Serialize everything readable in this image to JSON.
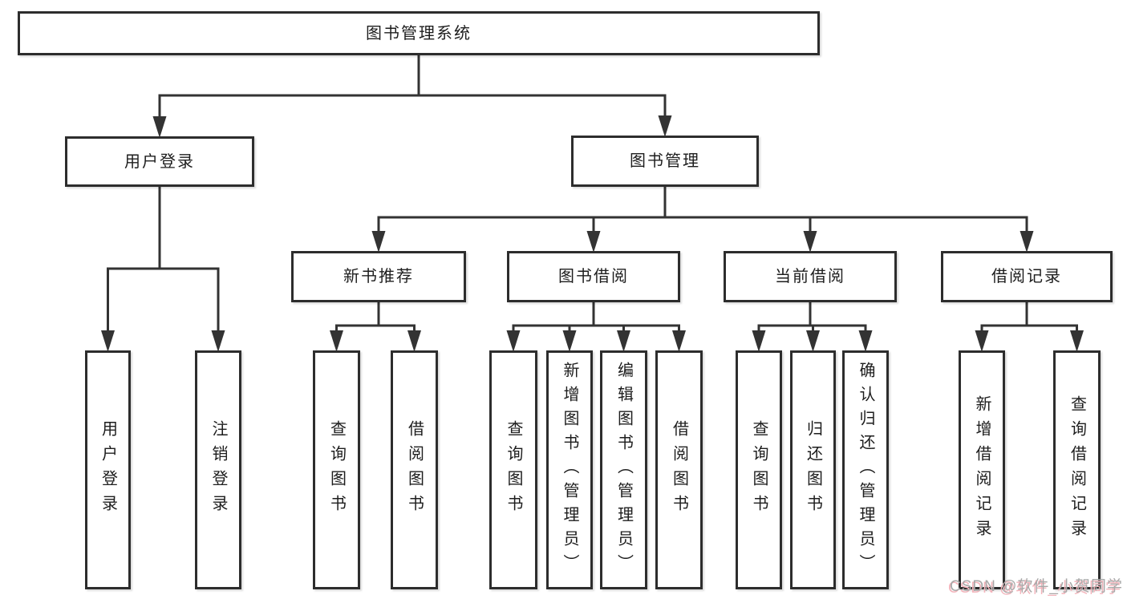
{
  "diagram": {
    "type": "hierarchy-tree",
    "orientation": "top-down",
    "nodes": [
      {
        "id": "root",
        "label": "图书管理系统",
        "level": 1,
        "parent": null
      },
      {
        "id": "user-login",
        "label": "用户登录",
        "level": 2,
        "parent": "root"
      },
      {
        "id": "book-mgmt",
        "label": "图书管理",
        "level": 2,
        "parent": "root"
      },
      {
        "id": "new-book-rec",
        "label": "新书推荐",
        "level": 3,
        "parent": "book-mgmt"
      },
      {
        "id": "book-borrow",
        "label": "图书借阅",
        "level": 3,
        "parent": "book-mgmt"
      },
      {
        "id": "current-borrow",
        "label": "当前借阅",
        "level": 3,
        "parent": "book-mgmt"
      },
      {
        "id": "borrow-records",
        "label": "借阅记录",
        "level": 3,
        "parent": "book-mgmt"
      },
      {
        "id": "leaf-user-login",
        "label": "用户登录",
        "level": 4,
        "parent": "user-login"
      },
      {
        "id": "leaf-logout",
        "label": "注销登录",
        "level": 4,
        "parent": "user-login"
      },
      {
        "id": "leaf-rec-query",
        "label": "查询图书",
        "level": 4,
        "parent": "new-book-rec"
      },
      {
        "id": "leaf-rec-borrow",
        "label": "借阅图书",
        "level": 4,
        "parent": "new-book-rec"
      },
      {
        "id": "leaf-bb-query",
        "label": "查询图书",
        "level": 4,
        "parent": "book-borrow"
      },
      {
        "id": "leaf-bb-add",
        "label": "新增图书（管理员）",
        "level": 4,
        "parent": "book-borrow"
      },
      {
        "id": "leaf-bb-edit",
        "label": "编辑图书（管理员）",
        "level": 4,
        "parent": "book-borrow"
      },
      {
        "id": "leaf-bb-borrow",
        "label": "借阅图书",
        "level": 4,
        "parent": "book-borrow"
      },
      {
        "id": "leaf-cb-query",
        "label": "查询图书",
        "level": 4,
        "parent": "current-borrow"
      },
      {
        "id": "leaf-cb-return",
        "label": "归还图书",
        "level": 4,
        "parent": "current-borrow"
      },
      {
        "id": "leaf-cb-confirm",
        "label": "确认归还（管理员）",
        "level": 4,
        "parent": "current-borrow"
      },
      {
        "id": "leaf-br-add",
        "label": "新增借阅记录",
        "level": 4,
        "parent": "borrow-records"
      },
      {
        "id": "leaf-br-query",
        "label": "查询借阅记录",
        "level": 4,
        "parent": "borrow-records"
      }
    ]
  },
  "watermark": {
    "text": "CSDN @软件_小贺同学",
    "text_color": "#a8a8a8",
    "shadow_color": "#f3b3ba"
  },
  "colors": {
    "background": "#ffffff",
    "box_border": "#2d2d2d",
    "connector_line": "#333333",
    "text": "#1d1d1d"
  }
}
